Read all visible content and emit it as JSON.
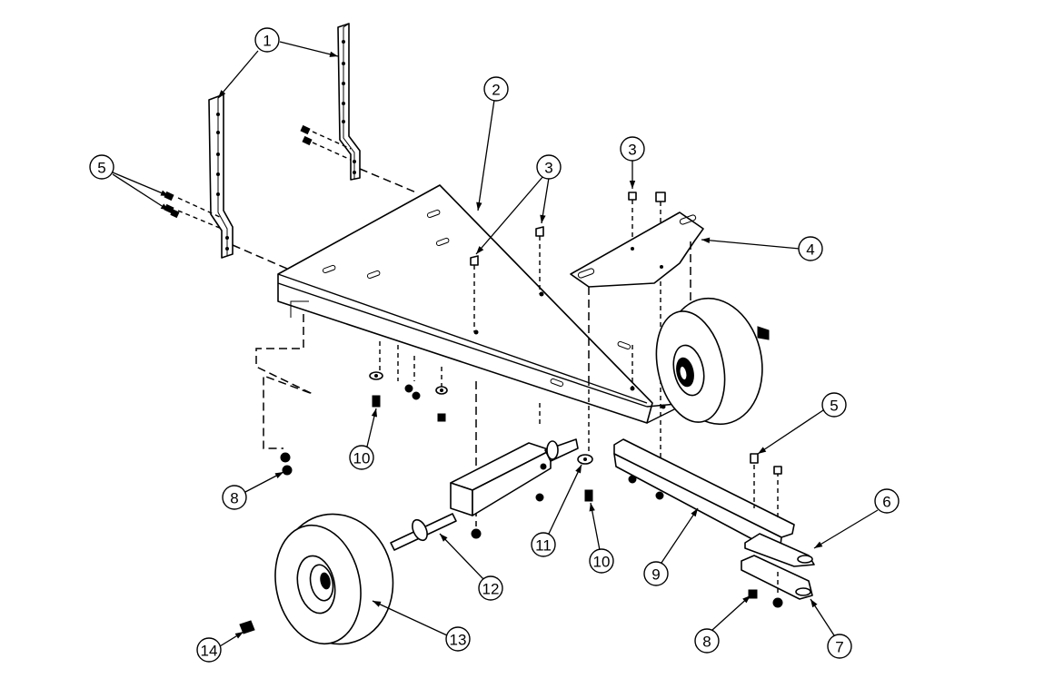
{
  "balloons": [
    {
      "label": "1"
    },
    {
      "label": "2"
    },
    {
      "label": "3"
    },
    {
      "label": "3"
    },
    {
      "label": "4"
    },
    {
      "label": "5"
    },
    {
      "label": "5"
    },
    {
      "label": "6"
    },
    {
      "label": "7"
    },
    {
      "label": "8"
    },
    {
      "label": "8"
    },
    {
      "label": "9"
    },
    {
      "label": "10"
    },
    {
      "label": "10"
    },
    {
      "label": "11"
    },
    {
      "label": "12"
    },
    {
      "label": "13"
    },
    {
      "label": "14"
    }
  ]
}
